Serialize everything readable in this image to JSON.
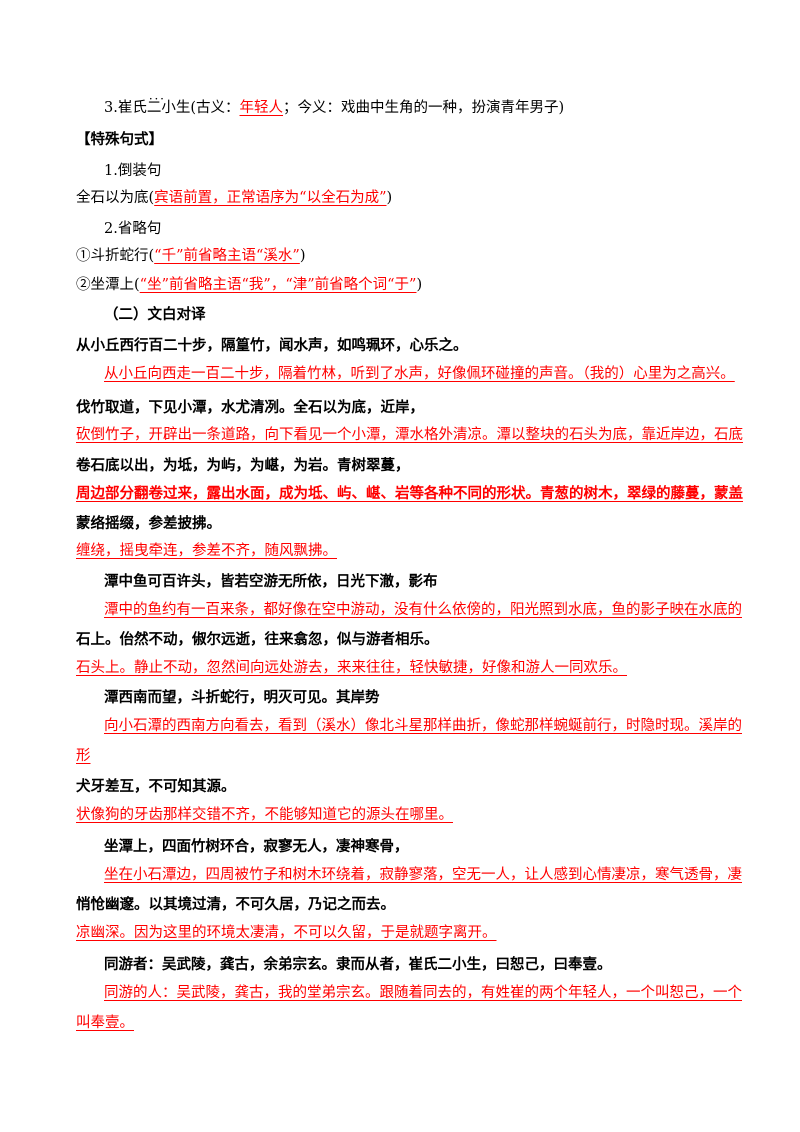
{
  "vocab": {
    "item3_num": "3.",
    "item3_word_a": "崔氏",
    "item3_word_b": "二小生",
    "item3_gu": "(古义：",
    "item3_gu_answer": "年轻人",
    "item3_jin": "；今义：戏曲中生角的一种，扮演青年男子)"
  },
  "special": {
    "heading": "【特殊句式】",
    "s1_title": "1.倒装句",
    "s1_src": "全石以为底(",
    "s1_note": "宾语前置，正常语序为“以全石为成”",
    "s1_end": ")",
    "s2_title": "2.省略句",
    "s2a_src": "①斗折蛇行(",
    "s2a_note": "“千”前省略主语“溪水”",
    "s2a_end": ")",
    "s2b_src": "②坐潭上(",
    "s2b_note": "“坐”前省略主语“我”，“津”前省略个词“于”",
    "s2b_end": ")"
  },
  "translation": {
    "heading": "（二）文白对译",
    "lines": [
      {
        "kind": "src",
        "text": "从小丘西行百二十步，隔篁竹，闻水声，如鸣珮环，心乐之。"
      },
      {
        "kind": "tr",
        "text": "从小丘向西走一百二十步，隔着竹林，听到了水声，好像佩环碰撞的声音。（我的）心里为之高兴。"
      },
      {
        "kind": "src",
        "text": "伐竹取道，下见小潭，水尤清冽。全石以为底，近岸，"
      },
      {
        "kind": "tr",
        "text": "砍倒竹子，开辟出一条道路，向下看见一个小潭，潭水格外清凉。潭以整块的石头为底，靠近岸边，石底"
      },
      {
        "kind": "src",
        "text": "卷石底以出，为坻，为屿，为嵁，为岩。青树翠蔓，"
      },
      {
        "kind": "trb",
        "text": "周边部分翻卷过来，露出水面，成为坻、屿、嵁、岩等各种不同的形状。青葱的树木，翠绿的藤蔓，蒙盖"
      },
      {
        "kind": "src",
        "text": "蒙络摇缀，参差披拂。"
      },
      {
        "kind": "tr",
        "text": "缠绕，摇曳牵连，参差不齐，随风飘拂。"
      },
      {
        "kind": "src",
        "text": "潭中鱼可百许头，皆若空游无所依，日光下澈，影布"
      },
      {
        "kind": "tr",
        "text": "潭中的鱼约有一百来条，都好像在空中游动，没有什么依傍的，阳光照到水底，鱼的影子映在水底的"
      },
      {
        "kind": "src",
        "text": "石上。佁然不动，俶尔远逝，往来翕忽，似与游者相乐。"
      },
      {
        "kind": "tr",
        "text": "石头上。静止不动，忽然间向远处游去，来来往往，轻快敏捷，好像和游人一同欢乐。"
      },
      {
        "kind": "src",
        "text": "潭西南而望，斗折蛇行，明灭可见。其岸势"
      },
      {
        "kind": "tr",
        "text": "向小石潭的西南方向看去，看到（溪水）像北斗星那样曲折，像蛇那样蜿蜒前行，时隐时现。溪岸的"
      },
      {
        "kind": "tr",
        "text": "形"
      },
      {
        "kind": "src",
        "text": "犬牙差互，不可知其源。"
      },
      {
        "kind": "tr",
        "text": "状像狗的牙齿那样交错不齐，不能够知道它的源头在哪里。"
      },
      {
        "kind": "src",
        "text": "坐潭上，四面竹树环合，寂寥无人，凄神寒骨，"
      },
      {
        "kind": "tr",
        "text": "坐在小石潭边，四周被竹子和树木环绕着，寂静寥落，空无一人，让人感到心情凄凉，寒气透骨，凄"
      },
      {
        "kind": "src",
        "text": "悄怆幽邃。以其境过清，不可久居，乃记之而去。"
      },
      {
        "kind": "tr",
        "text": "凉幽深。因为这里的环境太凄清，不可以久留，于是就题字离开。"
      },
      {
        "kind": "src",
        "text": "同游者：吴武陵，龚古，余弟宗玄。隶而从者，崔氏二小生，曰恕己，曰奉壹。"
      },
      {
        "kind": "tr",
        "text": "同游的人：吴武陵，龚古，我的堂弟宗玄。跟随着同去的，有姓崔的两个年轻人，一个叫恕己，一个"
      },
      {
        "kind": "tr",
        "text": "叫奉壹。"
      }
    ]
  }
}
